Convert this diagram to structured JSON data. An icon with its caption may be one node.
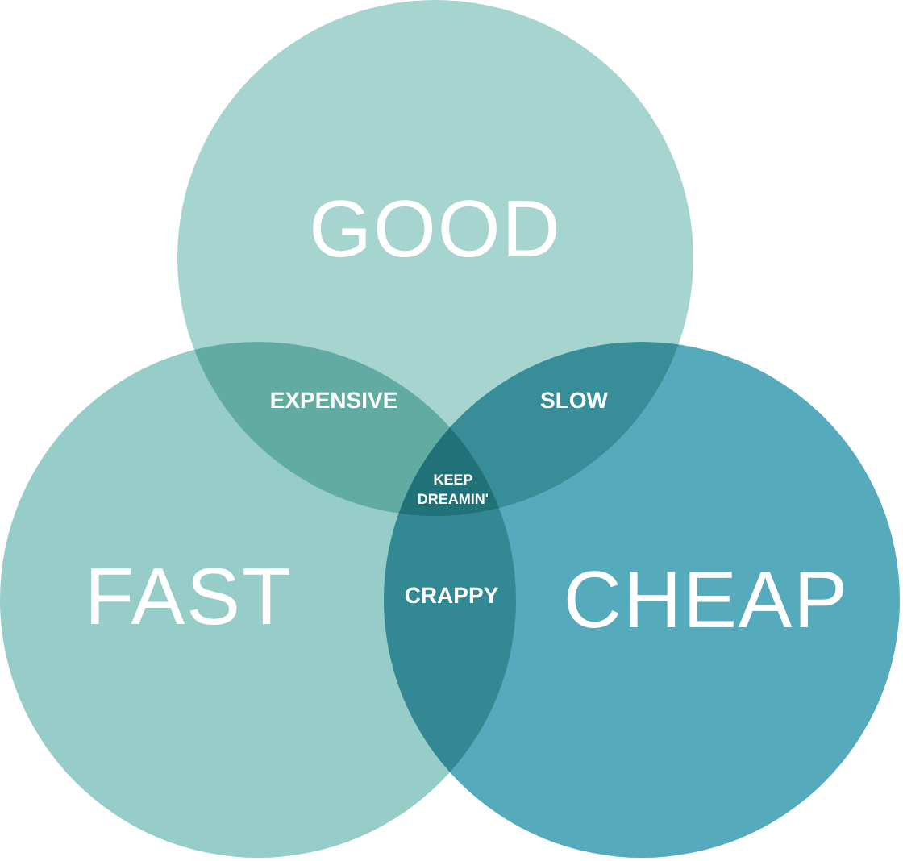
{
  "diagram": {
    "nodes": [
      {
        "text": [
          "GOOD"
        ]
      },
      {
        "text": [
          "FAST"
        ]
      },
      {
        "text": [
          "CHEAP"
        ]
      }
    ],
    "labels": [
      "EXPENSIVE",
      "SLOW",
      "KEEP DREAMIN'",
      "CRAPPY"
    ]
  }
}
